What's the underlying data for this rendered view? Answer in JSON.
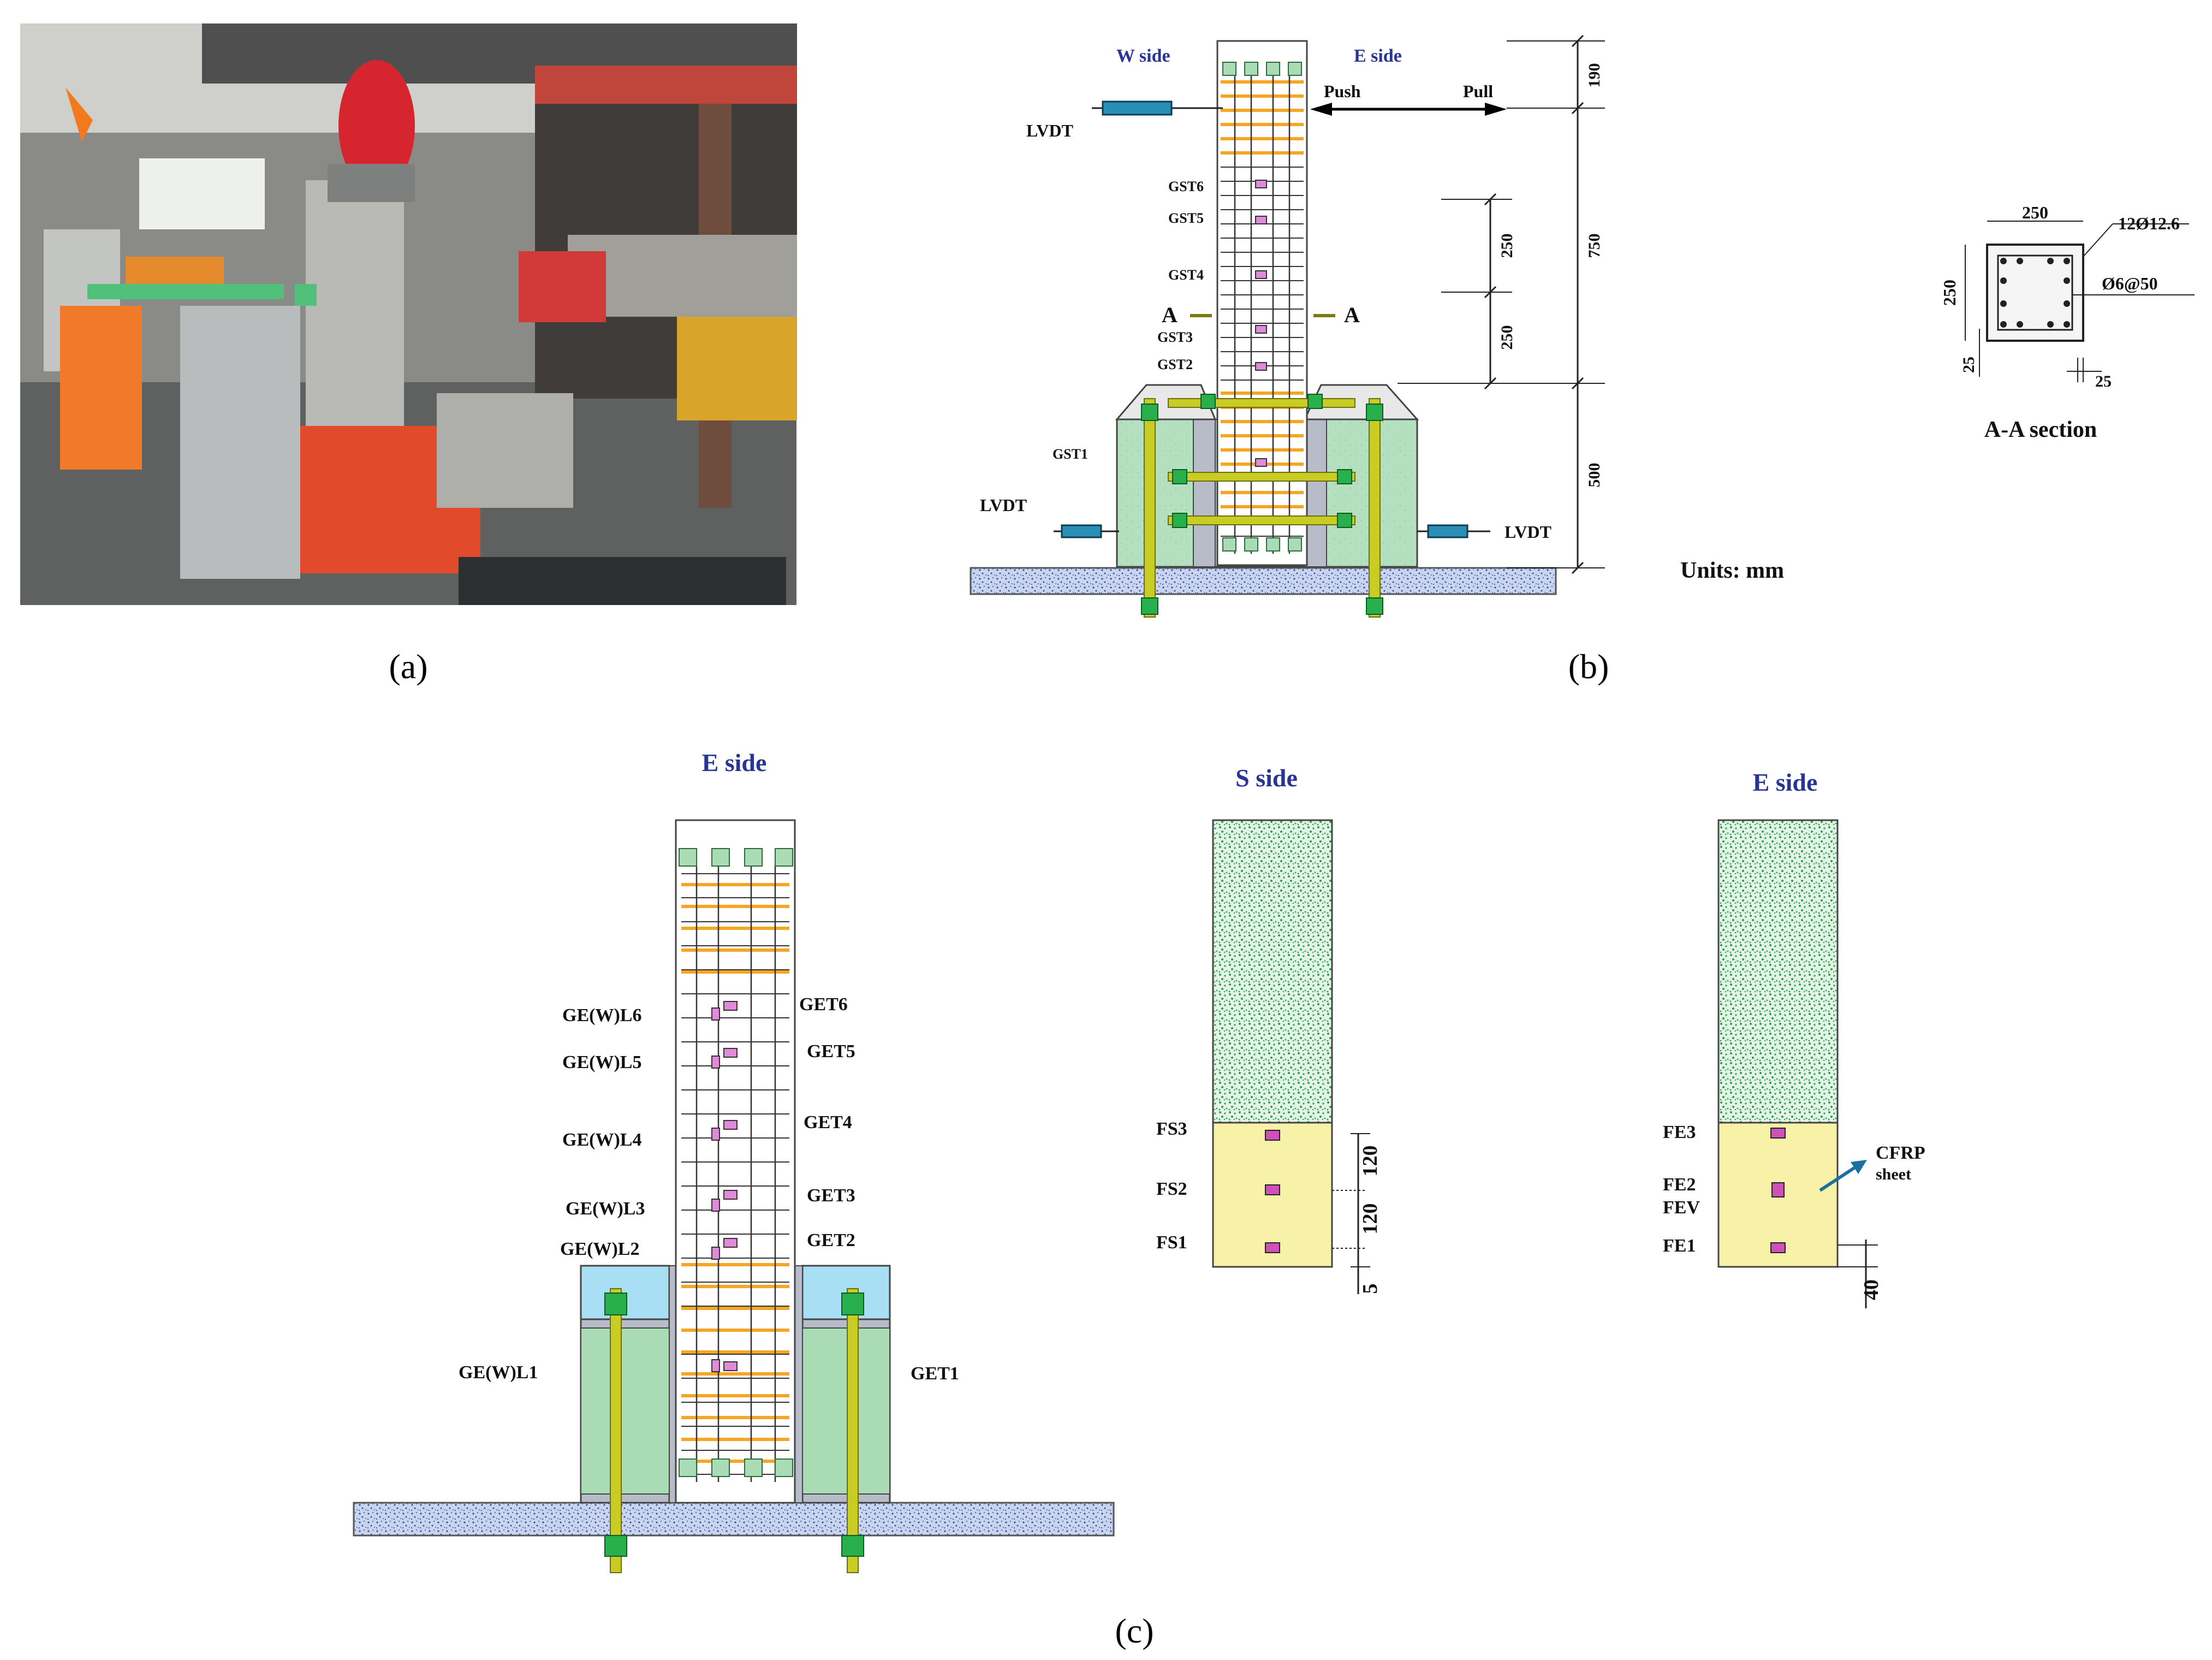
{
  "panel_a": {
    "caption": "(a)"
  },
  "panel_b": {
    "caption": "(b)",
    "w_side": "W side",
    "e_side": "E side",
    "push": "Push",
    "pull": "Pull",
    "lvdt_top": "LVDT",
    "lvdt_left": "LVDT",
    "lvdt_right": "LVDT",
    "section_mark_left": "A",
    "section_mark_right": "A",
    "gauges": [
      "GST6",
      "GST5",
      "GST4",
      "GST3",
      "GST2",
      "GST1"
    ],
    "dims_vertical": [
      "190",
      "750",
      "500"
    ],
    "dims_inner": [
      "250",
      "250"
    ],
    "units": "Units: mm"
  },
  "section_aa": {
    "width": "250",
    "height": "250",
    "main_bar": "12Ø12.6",
    "stirrup": "Ø6@50",
    "cover_v": "25",
    "cover_h": "25",
    "title": "A-A section"
  },
  "panel_c": {
    "caption": "(c)",
    "left_title": "E side",
    "mid_title": "S side",
    "right_title": "E side",
    "left_labels": [
      "GE(W)L6",
      "GE(W)L5",
      "GE(W)L4",
      "GE(W)L3",
      "GE(W)L2",
      "GE(W)L1"
    ],
    "right_labels": [
      "GET6",
      "GET5",
      "GET4",
      "GET3",
      "GET2",
      "GET1"
    ],
    "s_labels": [
      "FS3",
      "FS2",
      "FS1"
    ],
    "s_dims": [
      "120",
      "120",
      "5"
    ],
    "e_labels": [
      "FE3",
      "FE2",
      "FEV",
      "FE1"
    ],
    "e_dim": "40",
    "cfrp_line1": "CFRP",
    "cfrp_line2": "sheet"
  },
  "colors": {
    "ground": "#b8c6e6",
    "concrete_green": "#2e9b4a",
    "cfrp_yellow": "#f8f2a8",
    "block_green": "#a9dcb4",
    "rebar_yellow": "#c8cc23",
    "stirrup_orange": "#f5a623",
    "gauge_pink": "#e08ad9",
    "cap_blue": "#a9dff5",
    "lvdt_blue": "#2a8fb5"
  }
}
